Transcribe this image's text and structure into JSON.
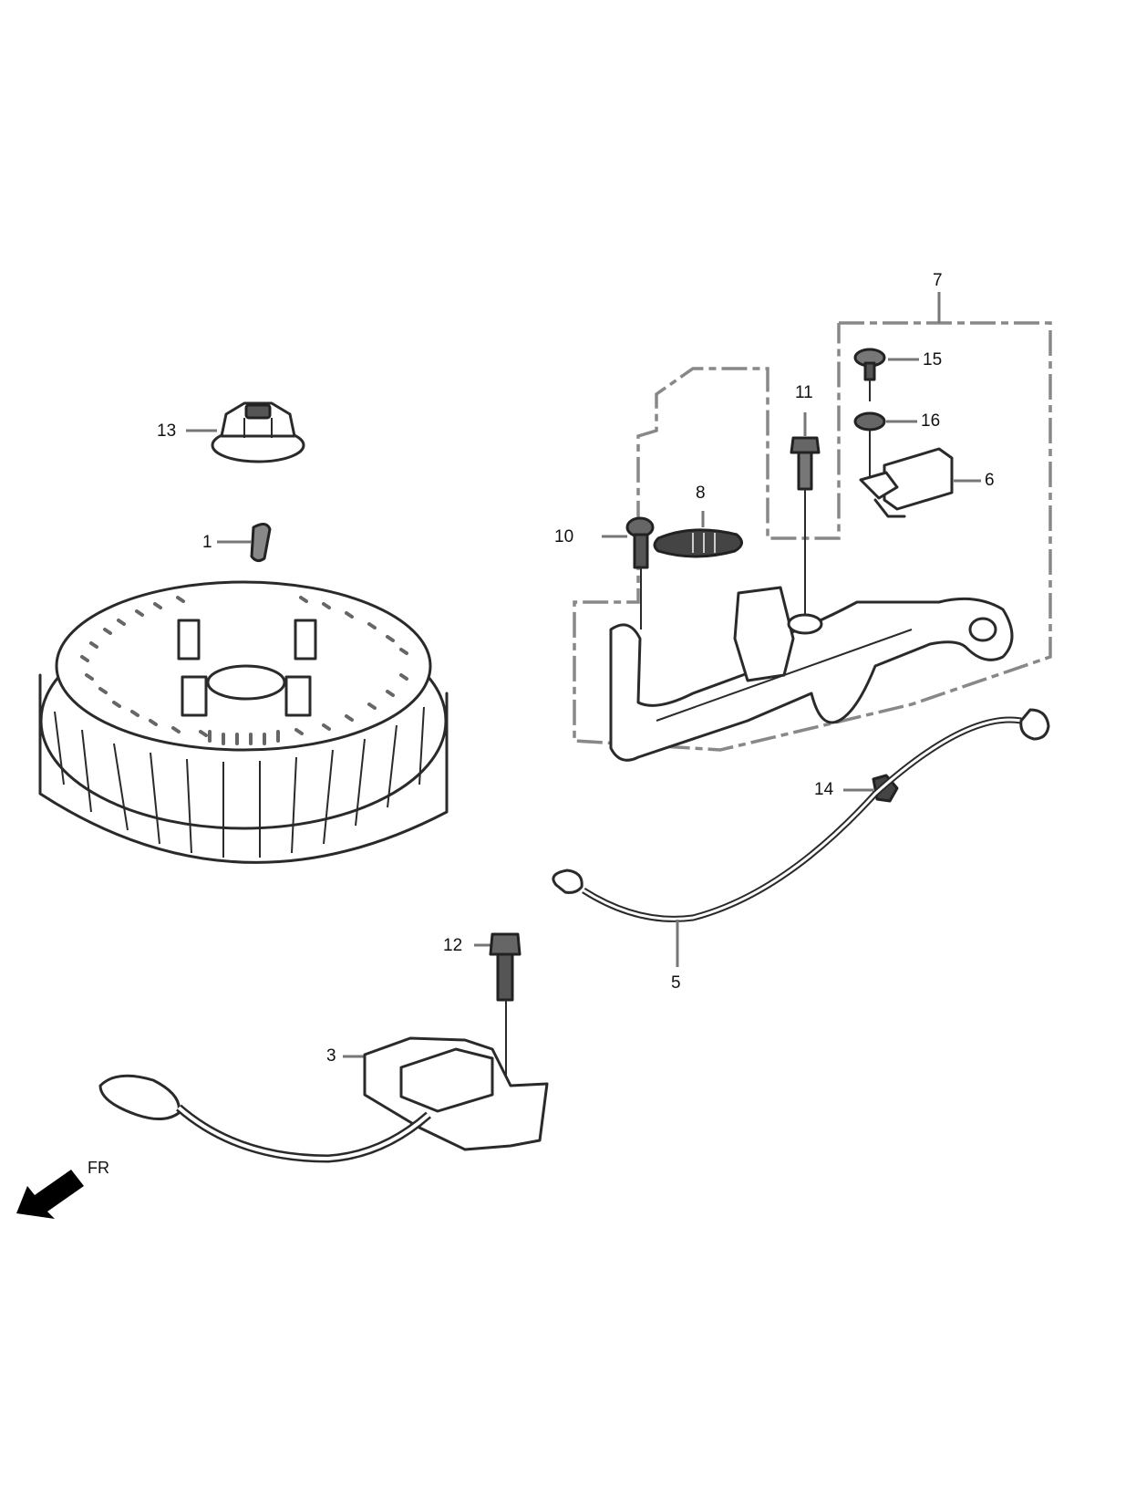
{
  "diagram": {
    "type": "exploded-parts-diagram",
    "direction_indicator": {
      "label": "FR",
      "icon": "arrow-down-left-icon"
    },
    "boxes": [
      {
        "id": "ignition-switch-box",
        "callout": "7",
        "encloses": [
          "15",
          "16",
          "6"
        ]
      },
      {
        "id": "control-base-box",
        "encloses": [
          "8",
          "11"
        ]
      }
    ],
    "callouts": [
      {
        "number": "1",
        "part": "woodruff-key"
      },
      {
        "number": "3",
        "part": "ignition-coil"
      },
      {
        "number": "5",
        "part": "stop-switch-wire"
      },
      {
        "number": "6",
        "part": "stop-switch"
      },
      {
        "number": "7",
        "part": "control-base-assembly"
      },
      {
        "number": "8",
        "part": "governor-spring"
      },
      {
        "number": "10",
        "part": "flange-bolt"
      },
      {
        "number": "11",
        "part": "flange-bolt"
      },
      {
        "number": "12",
        "part": "flange-bolt"
      },
      {
        "number": "13",
        "part": "flange-nut"
      },
      {
        "number": "14",
        "part": "wire-clip"
      },
      {
        "number": "15",
        "part": "screw"
      },
      {
        "number": "16",
        "part": "washer"
      }
    ],
    "components": [
      {
        "name": "flywheel",
        "callout": null
      },
      {
        "name": "control-base",
        "callout": "7"
      }
    ]
  },
  "labels": {
    "c1": "1",
    "c3": "3",
    "c5": "5",
    "c6": "6",
    "c7": "7",
    "c8": "8",
    "c10": "10",
    "c11": "11",
    "c12": "12",
    "c13": "13",
    "c14": "14",
    "c15": "15",
    "c16": "16",
    "fr": "FR"
  }
}
